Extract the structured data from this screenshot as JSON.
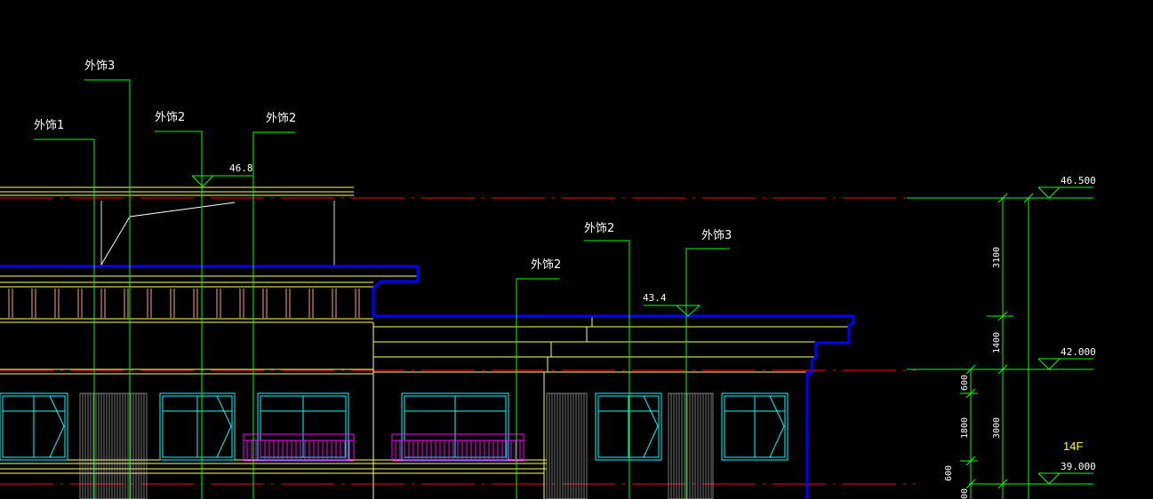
{
  "drawing": {
    "colors": {
      "background": "#000000",
      "leader": "#00ff00",
      "building": "#ffff66",
      "parapet": "#0000ff",
      "window": "#00ffff",
      "railing": "#ff00ff",
      "axis": "#ff0000",
      "text": "#ffffff",
      "floor": "#ffff33"
    },
    "labels": {
      "ext_1": "外饰1",
      "ext_3a": "外饰3",
      "ext_2a": "外饰2",
      "ext_2b": "外饰2",
      "ext_2c": "外饰2",
      "ext_2d": "外饰2",
      "ext_3b": "外饰3"
    },
    "elevations": {
      "roof_top": "46.8",
      "mid_roof": "43.4",
      "level_46": "46.500",
      "level_42": "42.000",
      "level_39": "39.000"
    },
    "dimensions": {
      "d3100": "3100",
      "d1400": "1400",
      "d600a": "600",
      "d1800": "1800",
      "d3000": "3000",
      "d600b": "600",
      "d00": "00"
    },
    "floor_label": "14F"
  }
}
